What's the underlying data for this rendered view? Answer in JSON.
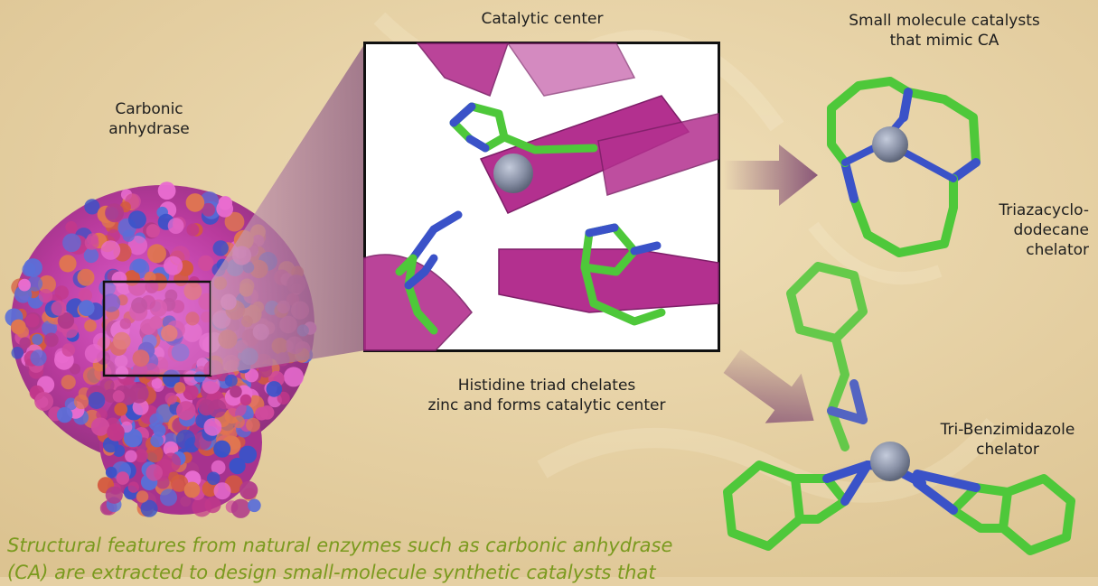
{
  "labels": {
    "catalytic_center": "Catalytic center",
    "small_molecule_line1": "Small molecule catalysts",
    "small_molecule_line2": "that mimic CA",
    "carbonic_line1": "Carbonic",
    "carbonic_line2": "anhydrase",
    "triaza_line1": "Triazacyclo-",
    "triaza_line2": "dodecane",
    "triaza_line3": "chelator",
    "histidine_line1": "Histidine triad chelates",
    "histidine_line2": "zinc and forms catalytic center",
    "tribenz_line1": "Tri-Benzimidazole",
    "tribenz_line2": "chelator"
  },
  "caption": {
    "line1": "Structural features from natural enzymes such as carbonic anhydrase",
    "line2": "(CA) are extracted to design small-molecule synthetic catalysts that"
  },
  "colors": {
    "background": "#e6d0a4",
    "carbon_green": "#4ec83a",
    "nitrogen_blue": "#3a52c8",
    "zinc_gray": "#8a93a8",
    "protein_magenta": "#b0308e",
    "arrow": "#8a5878",
    "caption_text": "#7a9a1e"
  }
}
